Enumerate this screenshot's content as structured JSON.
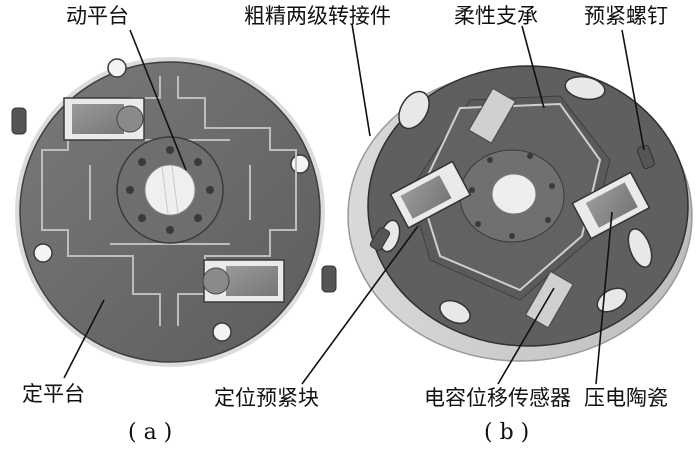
{
  "labels": {
    "moving_platform": "动平台",
    "fixed_platform": "定平台",
    "coarse_fine_adapter": "粗精两级转接件",
    "flexure_support": "柔性支承",
    "preload_screw": "预紧螺钉",
    "positioning_preload_block": "定位预紧块",
    "capacitive_sensor": "电容位移传感器",
    "piezo_ceramic": "压电陶瓷"
  },
  "captions": {
    "a": "( a )",
    "b": "( b )"
  },
  "colors": {
    "background": "#ffffff",
    "platform": "#6a6a6a",
    "platform_dark": "#4f4f4f",
    "rim_light": "#e2e2e2",
    "leader": "#111111"
  }
}
